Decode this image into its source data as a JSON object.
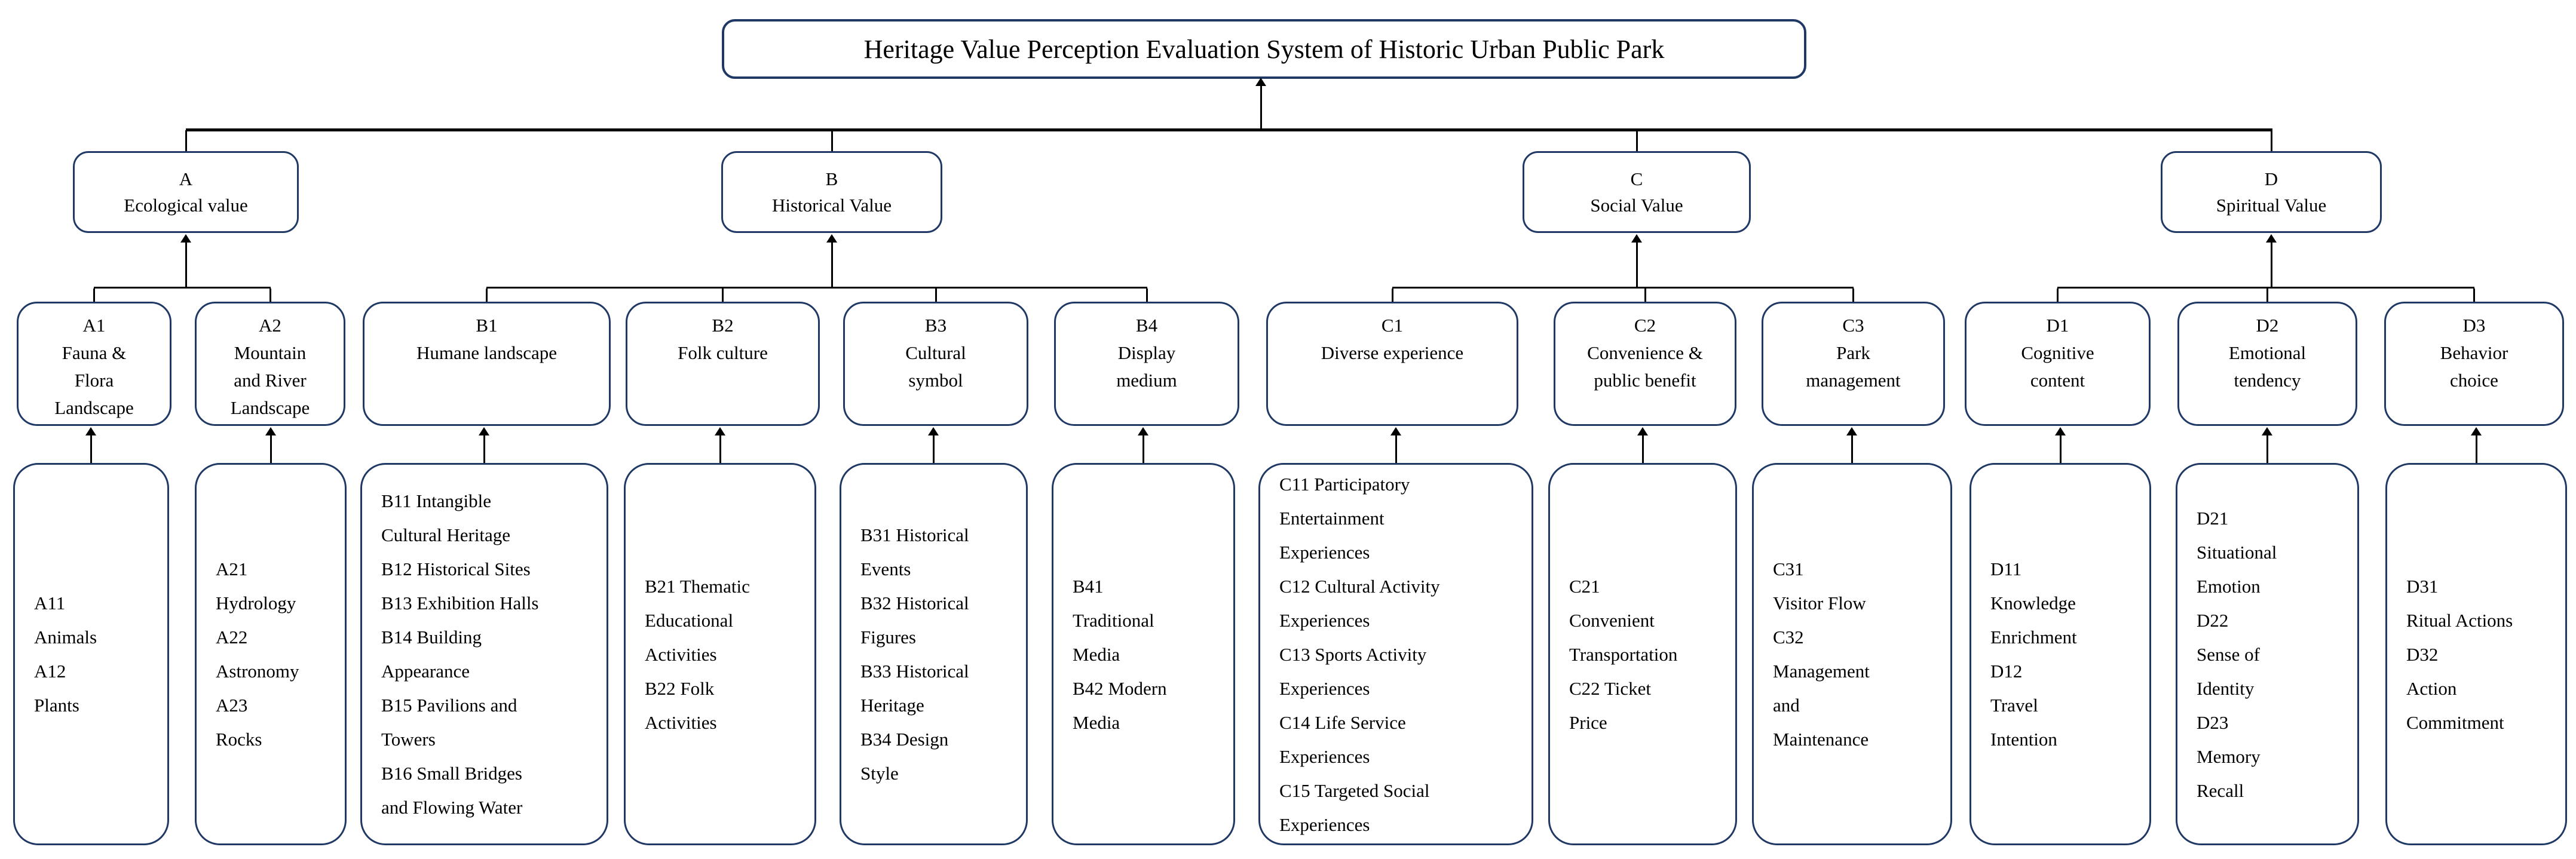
{
  "title": {
    "text": "Heritage Value Perception Evaluation System of Historic Urban Public Park"
  },
  "colors": {
    "box_border": "#1f3864",
    "connector": "#000000",
    "background": "#ffffff",
    "text": "#000000"
  },
  "branches": [
    {
      "code": "A",
      "label": "Ecological value"
    },
    {
      "code": "B",
      "label": "Historical Value"
    },
    {
      "code": "C",
      "label": "Social Value"
    },
    {
      "code": "D",
      "label": "Spiritual Value"
    }
  ],
  "criteria": [
    {
      "code": "A1",
      "label": "Fauna &\nFlora\nLandscape"
    },
    {
      "code": "A2",
      "label": "Mountain\nand River\nLandscape"
    },
    {
      "code": "B1",
      "label": "Humane landscape"
    },
    {
      "code": "B2",
      "label": "Folk culture"
    },
    {
      "code": "B3",
      "label": "Cultural\nsymbol"
    },
    {
      "code": "B4",
      "label": "Display\nmedium"
    },
    {
      "code": "C1",
      "label": "Diverse experience"
    },
    {
      "code": "C2",
      "label": "Convenience &\npublic benefit"
    },
    {
      "code": "C3",
      "label": "Park\nmanagement"
    },
    {
      "code": "D1",
      "label": "Cognitive\ncontent"
    },
    {
      "code": "D2",
      "label": "Emotional\ntendency"
    },
    {
      "code": "D3",
      "label": "Behavior\nchoice"
    }
  ],
  "indicators": [
    {
      "parent": "A1",
      "text": "A11\nAnimals\nA12\nPlants"
    },
    {
      "parent": "A2",
      "text": "A21\nHydrology\nA22\nAstronomy\nA23\nRocks"
    },
    {
      "parent": "B1",
      "text": "B11 Intangible\nCultural Heritage\nB12 Historical Sites\nB13 Exhibition Halls\nB14 Building\nAppearance\nB15 Pavilions and\nTowers\nB16 Small Bridges\nand Flowing Water"
    },
    {
      "parent": "B2",
      "text": "B21 Thematic\nEducational\nActivities\nB22 Folk\nActivities"
    },
    {
      "parent": "B3",
      "text": "B31 Historical\nEvents\nB32 Historical\nFigures\nB33 Historical\nHeritage\nB34 Design\nStyle"
    },
    {
      "parent": "B4",
      "text": "B41\nTraditional\nMedia\nB42 Modern\nMedia"
    },
    {
      "parent": "C1",
      "text": "C11 Participatory\nEntertainment\nExperiences\nC12 Cultural Activity\nExperiences\nC13 Sports Activity\nExperiences\nC14 Life Service\nExperiences\nC15 Targeted Social\nExperiences"
    },
    {
      "parent": "C2",
      "text": "C21\nConvenient\nTransportation\nC22 Ticket\nPrice"
    },
    {
      "parent": "C3",
      "text": "C31\nVisitor Flow\nC32\nManagement\nand\nMaintenance"
    },
    {
      "parent": "D1",
      "text": "D11\nKnowledge\nEnrichment\nD12\nTravel\nIntention"
    },
    {
      "parent": "D2",
      "text": "D21\nSituational\nEmotion\nD22\nSense of\nIdentity\nD23\nMemory\nRecall"
    },
    {
      "parent": "D3",
      "text": "D31\nRitual Actions\nD32\nAction\nCommitment"
    }
  ]
}
